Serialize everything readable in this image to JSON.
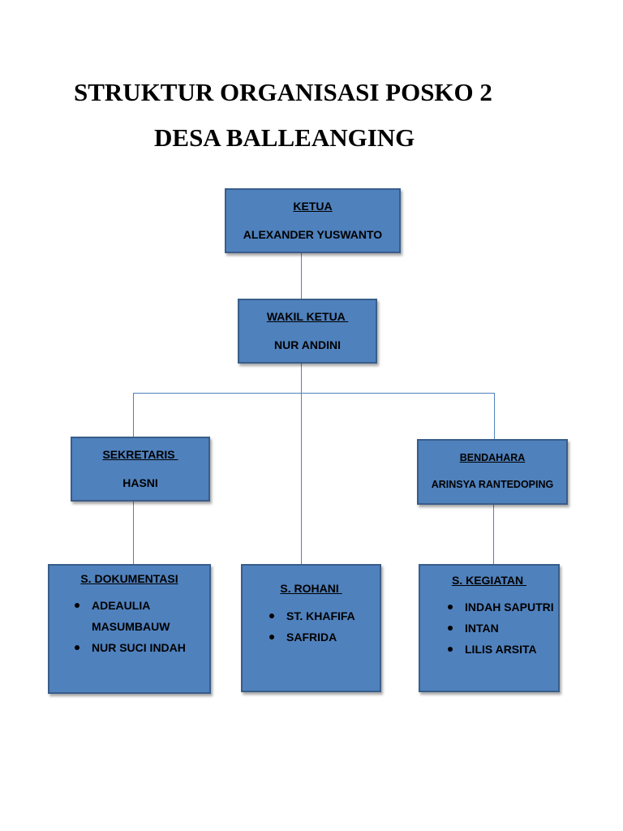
{
  "title": {
    "line1": "STRUKTUR ORGANISASI POSKO 2",
    "line2": "DESA BALLEANGING"
  },
  "nodes": {
    "ketua": {
      "role": "KETUA",
      "name": "ALEXANDER YUSWANTO"
    },
    "wakil_ketua": {
      "role": "WAKIL KETUA ",
      "name": "NUR ANDINI"
    },
    "sekretaris": {
      "role": "SEKRETARIS ",
      "name": "HASNI"
    },
    "bendahara": {
      "role": "BENDAHARA",
      "name": "ARINSYA RANTEDOPING"
    },
    "dokumentasi": {
      "role": "S. DOKUMENTASI",
      "members": [
        "ADEAULIA MASUMBAUW",
        "NUR SUCI INDAH"
      ]
    },
    "rohani": {
      "role": "S. ROHANI ",
      "members": [
        "ST. KHAFIFA",
        "SAFRIDA"
      ]
    },
    "kegiatan": {
      "role": "S. KEGIATAN ",
      "members": [
        "INDAH SAPUTRI",
        "INTAN",
        "LILIS ARSITA"
      ]
    }
  },
  "colors": {
    "box_fill": "#4f81bd",
    "box_border": "#385d8a",
    "connector": "#4f81bd"
  }
}
